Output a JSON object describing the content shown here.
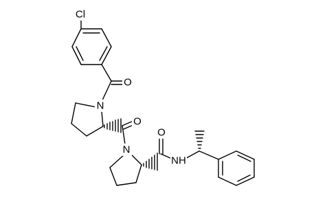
{
  "molecule": {
    "atoms": {
      "cl": "Cl",
      "n1": "N",
      "o1": "O",
      "o2": "O",
      "n2": "N",
      "o3": "O",
      "n3": "NH"
    }
  }
}
